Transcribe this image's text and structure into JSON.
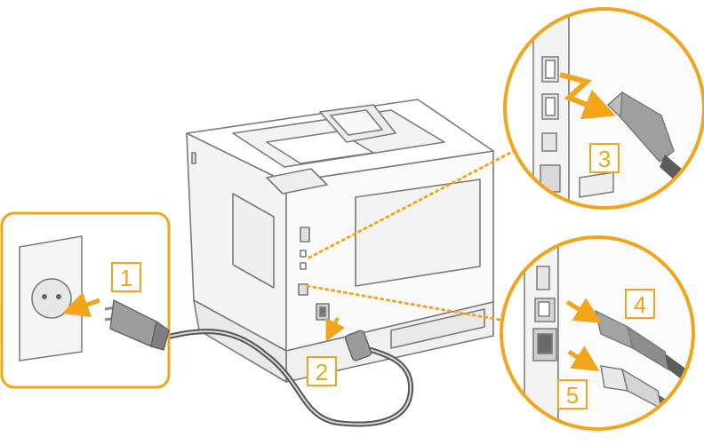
{
  "colors": {
    "accent": "#f2a51a",
    "outline": "#7a7a7a",
    "body_fill": "#f7f7f7",
    "cable": "#555555"
  },
  "icons": [
    "wall-outlet-icon",
    "power-plug-icon",
    "printer-icon",
    "usb-cable-icon",
    "lan-cable-icon",
    "arrow-icon"
  ],
  "steps": [
    {
      "label": "1"
    },
    {
      "label": "2"
    },
    {
      "label": "3"
    },
    {
      "label": "4"
    },
    {
      "label": "5"
    }
  ]
}
